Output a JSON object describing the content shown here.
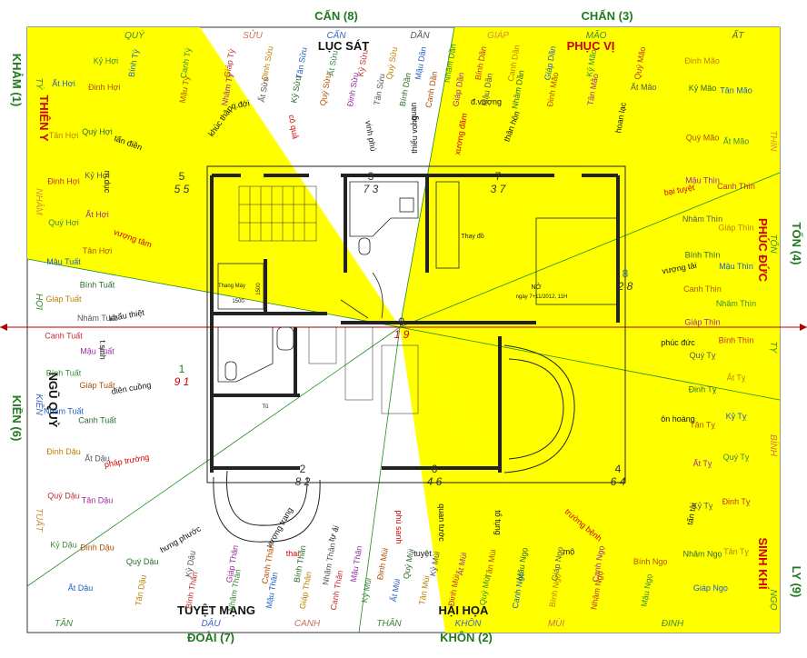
{
  "directions": {
    "north": "CẤN (8)",
    "northeast": "CHẤN (3)",
    "east_top": "TỐN (4)",
    "east_bottom": "LY (9)",
    "south_left": "ĐOÀI (7)",
    "south_right": "KHÔN (2)",
    "west_top": "KHẢM (1)",
    "west_bottom": "KIỀN (6)"
  },
  "zones": {
    "luc_sat": "LỤC SÁT",
    "phuc_vi": "PHỤC VỊ",
    "thien_y": "THIÊN Y",
    "phuc_duc": "PHÚC ĐỨC",
    "ngu_quy": "NGŨ QUỶ",
    "sinh_khi": "SINH KHÍ",
    "tuyet_mang": "TUYỆT MẠNG",
    "hai_hoa": "HẠI HỌA"
  },
  "edge_labels": {
    "top": [
      "QUÝ",
      "SỬU",
      "CẤN",
      "DẦN",
      "GIÁP",
      "MÃO",
      "ẤT"
    ],
    "bottom": [
      "TÂN",
      "DẬU",
      "CANH",
      "THÂN",
      "KHÔN",
      "MÙI",
      "ĐINH"
    ],
    "left": [
      "TÝ",
      "NHÂM",
      "HỢI",
      "KIỀN",
      "TUẤT"
    ],
    "right": [
      "THÌN",
      "TỐN",
      "TỴ",
      "BÍNH",
      "NGỌ"
    ]
  },
  "inner_notes": [
    "q.đới",
    "khúc thập",
    "cô quả",
    "l.quan",
    "vinh phú",
    "thiểu vong",
    "xương đăm",
    "đ.vượng",
    "thân hôn",
    "hoan lạc",
    "bại tuyệt",
    "vượng tài",
    "tấn điền",
    "m.dục",
    "vượng tâm",
    "khẩu thiệt",
    "t.sinh",
    "điên cuồng",
    "pháp trường",
    "phúc đức",
    "ôn hoàng",
    "tấn tài",
    "trường bệnh",
    "hưng phước",
    "vượng trang",
    "tự ải",
    "thai",
    "quan tước",
    "tuyệt",
    "tổ tụng",
    "phú sanh",
    "mộ"
  ],
  "can_chi": [
    "Bính Tý",
    "Mậu Tý",
    "Canh Tý",
    "Nhâm Tý",
    "Giáp Tý",
    "Ất Sửu",
    "Đinh Sửu",
    "Kỷ Sửu",
    "Tân Sửu",
    "Quý Sửu",
    "Ất Sửu",
    "Đinh Sửu",
    "Kỷ Sửu",
    "Tân Sửu",
    "Quý Sửu",
    "Bính Dần",
    "Mậu Dần",
    "Canh Dần",
    "Nhâm Dần",
    "Giáp Dần",
    "Bính Dần",
    "Mậu Dần",
    "Canh Dần",
    "Nhâm Dần",
    "Giáp Dần",
    "Đinh Mão",
    "Kỷ Mão",
    "Tân Mão",
    "Quý Mão",
    "Ất Mão",
    "Đinh Mão",
    "Kỷ Mão",
    "Tân Mão",
    "Quý Mão",
    "Ất Mão",
    "Mậu Thìn",
    "Canh Thìn",
    "Nhâm Thìn",
    "Giáp Thìn",
    "Bính Thìn",
    "Mậu Thìn",
    "Canh Thìn",
    "Nhâm Thìn",
    "Giáp Thìn",
    "Bính Thìn",
    "Quý Tỵ",
    "Ất Tỵ",
    "Đinh Tỵ",
    "Kỷ Tỵ",
    "Tân Tỵ",
    "Quý Tỵ",
    "Ất Tỵ",
    "Đinh Tỵ",
    "Kỷ Tỵ",
    "Tân Tỵ",
    "Nhâm Ngọ",
    "Giáp Ngọ",
    "Bính Ngọ",
    "Mậu Ngọ",
    "Canh Ngọ",
    "Nhâm Ngọ",
    "Giáp Ngọ",
    "Bính Ngọ",
    "Mậu Ngọ",
    "Canh Ngọ",
    "Tân Mùi",
    "Quý Mùi",
    "Ất Mùi",
    "Đinh Mùi",
    "Kỷ Mùi",
    "Tân Mùi",
    "Quý Mùi",
    "Ất Mùi",
    "Đinh Mùi",
    "Kỷ Mùi",
    "Mậu Thân",
    "Canh Thân",
    "Nhâm Thân",
    "Giáp Thân",
    "Bính Thân",
    "Mậu Thân",
    "Canh Thân",
    "Nhâm Thân",
    "Giáp Thân",
    "Bính Thân",
    "Kỷ Dậu",
    "Tân Dậu",
    "Quý Dậu",
    "Ất Dậu",
    "Đinh Dậu",
    "Kỷ Dậu",
    "Tân Dậu",
    "Quý Dậu",
    "Ất Dậu",
    "Đinh Dậu",
    "Canh Tuất",
    "Nhâm Tuất",
    "Giáp Tuất",
    "Bính Tuất",
    "Mậu Tuất",
    "Canh Tuất",
    "Nhâm Tuất",
    "Giáp Tuất",
    "Bính Tuất",
    "Mậu Tuất",
    "Tân Hợi",
    "Quý Hợi",
    "Ất Hợi",
    "Đinh Hợi",
    "Kỷ Hợi",
    "Tân Hợi",
    "Quý Hợi",
    "Ất Hợi",
    "Đinh Hợi",
    "Kỷ Hợi"
  ],
  "plan": {
    "room_changing": "Thay đồ",
    "room_bed": "NỞ",
    "bed_date": "ngày 7+11/2012, 11H",
    "elevator": "Thang Máy",
    "elevator_w": "1500",
    "elevator_h": "1500",
    "wc": "Tủ"
  },
  "flying_stars": [
    {
      "top": "3",
      "bottom": "7 3"
    },
    {
      "top": "7",
      "bottom": "3 7"
    },
    {
      "top": "5",
      "bottom": "5 5"
    },
    {
      "top": "8",
      "bottom": "2 8"
    },
    {
      "top": "9",
      "bottom": "1 9"
    },
    {
      "top": "1",
      "bottom": "9 1"
    },
    {
      "top": "4",
      "bottom": "6 4"
    },
    {
      "top": "2",
      "bottom": "8 2"
    },
    {
      "top": "6",
      "bottom": "4 6"
    }
  ],
  "colors": {
    "yellow": "#FFFF00",
    "green_text": "#2a7a2a",
    "red_text": "#cc0000"
  }
}
